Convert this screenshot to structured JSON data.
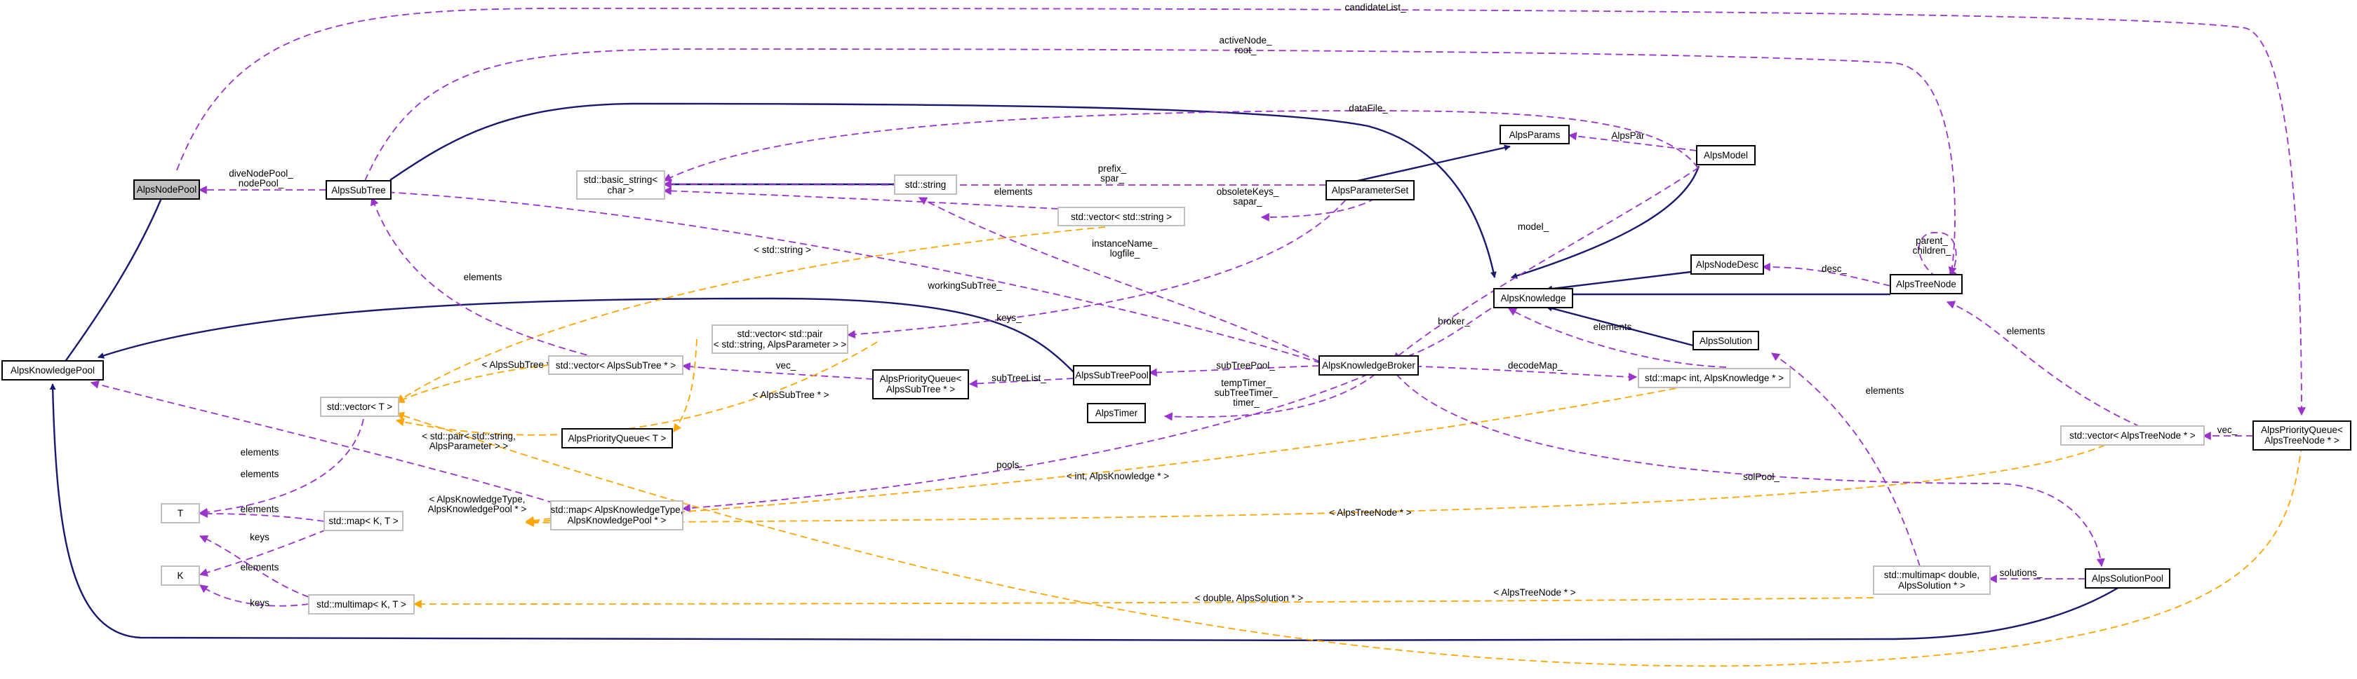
{
  "colors": {
    "inheritance": "#191970",
    "usage": "#9a32cd",
    "template": "#ffa500",
    "node_border": "#000000",
    "external_border": "#bfbfbf",
    "highlight_fill": "#bfbfbf"
  },
  "nodes": {
    "AlpsNodePool": "AlpsNodePool",
    "AlpsSubTree": "AlpsSubTree",
    "AlpsKnowledgePool": "AlpsKnowledgePool",
    "basic_string_l1": "std::basic_string<",
    "basic_string_l2": "char >",
    "std_string": "std::string",
    "AlpsParams": "AlpsParams",
    "AlpsModel": "AlpsModel",
    "AlpsParameterSet": "AlpsParameterSet",
    "vector_string": "std::vector< std::string >",
    "AlpsNodeDesc": "AlpsNodeDesc",
    "AlpsKnowledge": "AlpsKnowledge",
    "AlpsTreeNode": "AlpsTreeNode",
    "AlpsSolution": "AlpsSolution",
    "vector_pair_l1": "std::vector< std::pair",
    "vector_pair_l2": "< std::string, AlpsParameter > >",
    "vector_subtree": "std::vector< AlpsSubTree * >",
    "vector_T": "std::vector< T >",
    "pq_subtree_l1": "AlpsPriorityQueue<",
    "pq_subtree_l2": "AlpsSubTree * >",
    "AlpsSubTreePool": "AlpsSubTreePool",
    "AlpsKnowledgeBroker": "AlpsKnowledgeBroker",
    "map_int_knowledge": "std::map< int, AlpsKnowledge * >",
    "AlpsTimer": "AlpsTimer",
    "pq_T": "AlpsPriorityQueue< T >",
    "vector_treenode": "std::vector< AlpsTreeNode * >",
    "pq_treenode_l1": "AlpsPriorityQueue<",
    "pq_treenode_l2": "AlpsTreeNode * >",
    "T": "T",
    "map_KT": "std::map< K, T >",
    "map_kpool_l1": "std::map< AlpsKnowledgeType,",
    "map_kpool_l2": "AlpsKnowledgePool * >",
    "K": "K",
    "multimap_KT": "std::multimap< K, T >",
    "multimap_double_l1": "std::multimap< double,",
    "multimap_double_l2": "AlpsSolution * >",
    "AlpsSolutionPool": "AlpsSolutionPool"
  },
  "edge_labels": {
    "candidateList": "candidateList_",
    "activeNode_l1": "activeNode_",
    "activeNode_l2": "root_",
    "diveNodePool_l1": "diveNodePool_",
    "diveNodePool_l2": "nodePool_",
    "dataFile": "dataFile_",
    "AlpsPar": "AlpsPar",
    "prefix_l1": "prefix_",
    "prefix_l2": "spar_",
    "elements_strvec": "elements",
    "obsoleteKeys_l1": "obsoleteKeys_",
    "obsoleteKeys_l2": "sapar_",
    "parent_l1": "parent_",
    "parent_l2": "children_",
    "model": "model_",
    "desc": "desc_",
    "instanceName_l1": "instanceName_",
    "instanceName_l2": "logfile_",
    "std_string_tpl": "< std::string >",
    "workingSubTree": "workingSubTree_",
    "elements_subtree": "elements",
    "keys": "keys_",
    "broker": "broker_",
    "elements_knowledge": "elements",
    "elements_treenode": "elements",
    "subtree_tpl": "< AlpsSubTree * >",
    "vec_subtree": "vec_",
    "subTreePool": "subTreePool_",
    "decodeMap": "decodeMap_",
    "subTreeList": "subTreeList_",
    "subtree_tpl2": "< AlpsSubTree * >",
    "elements_solution": "elements",
    "tempTimer_l1": "tempTimer_",
    "tempTimer_l2": "subTreeTimer_",
    "tempTimer_l3": "timer_",
    "vec_treenode": "vec_",
    "elements_kpool": "elements",
    "pair_tpl_l1": "< std::pair< std::string,",
    "pair_tpl_l2": "AlpsParameter > >",
    "elements_T": "elements",
    "pools": "pools_",
    "int_knowledge_tpl": "< int, AlpsKnowledge * >",
    "kpool_tpl_l1": "< AlpsKnowledgeType,",
    "kpool_tpl_l2": "AlpsKnowledgePool * >",
    "elements_map": "elements",
    "treenode_tpl": "< AlpsTreeNode * >",
    "solPool": "solPool_",
    "keys_map": "keys",
    "solutions": "solutions_",
    "elements_multimap": "elements",
    "treenode_tpl2": "< AlpsTreeNode * >",
    "double_solution_tpl": "< double, AlpsSolution * >",
    "keys_multimap": "keys"
  }
}
